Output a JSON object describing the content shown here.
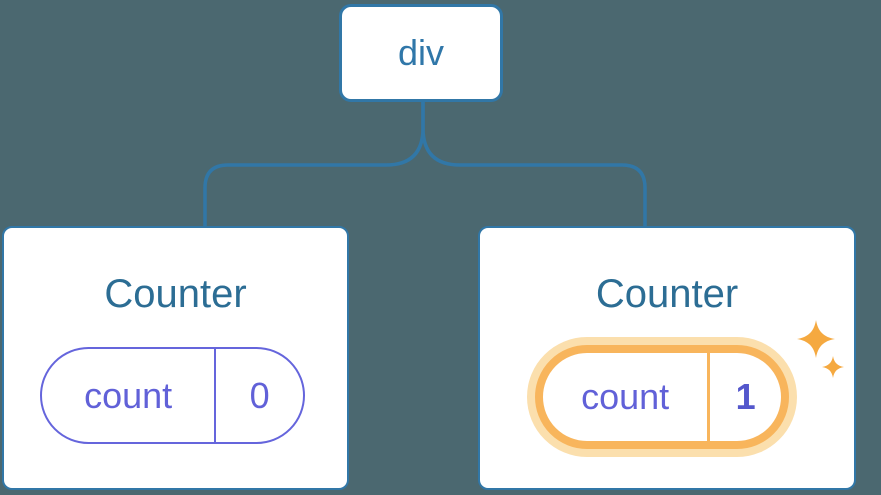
{
  "diagram": {
    "type": "component-tree",
    "root": {
      "label": "div"
    },
    "children": [
      {
        "title": "Counter",
        "state": {
          "key": "count",
          "value": "0"
        },
        "highlighted": false
      },
      {
        "title": "Counter",
        "state": {
          "key": "count",
          "value": "1"
        },
        "highlighted": true,
        "highlight_icon": "sparkles"
      }
    ],
    "colors": {
      "background": "#4B6870",
      "node_stroke_blue": "#3177A7",
      "node_label_blue": "#3077A9",
      "title_blue": "#2C6D94",
      "state_purple_border": "#6565DC",
      "state_purple_text": "#6161D8",
      "state_value_bold_purple": "#5457CC",
      "highlight_orange": "#F8B55C",
      "highlight_halo": "#FBDFAD",
      "sparkle_orange": "#F5A940"
    }
  }
}
